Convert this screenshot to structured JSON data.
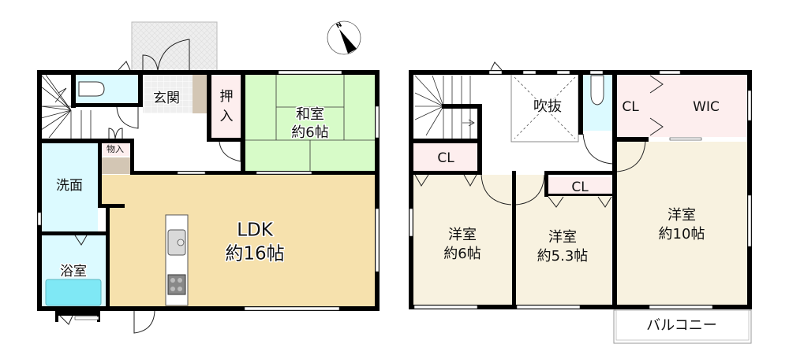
{
  "floor1": {
    "rooms": {
      "genkan": "玄関",
      "oshiire_1": "押",
      "oshiire_2": "入",
      "washitsu": "和室",
      "washitsu_size": "約6帖",
      "monoire": "物入",
      "senmen": "洗面",
      "ldk": "LDK",
      "ldk_size": "約16帖",
      "yokushitsu": "浴室"
    }
  },
  "floor2": {
    "rooms": {
      "fukinuke": "吹抜",
      "cl_top": "CL",
      "wic": "WIC",
      "cl_left": "CL",
      "cl_mid": "CL",
      "youshitsu_a": "洋室",
      "youshitsu_a_size": "約6帖",
      "youshitsu_b": "洋室",
      "youshitsu_b_size": "約5.3帖",
      "youshitsu_c": "洋室",
      "youshitsu_c_size": "約10帖",
      "balcony": "バルコニー"
    }
  },
  "compass": {
    "label": "N"
  },
  "colors": {
    "wall": "#000000",
    "ldk": "#f6e1ad",
    "washitsu": "#d7fbc8",
    "wet_area": "#dcfaff",
    "storage": "#fdeeee",
    "youshitsu": "#f8f2e0",
    "entrance_tile": "#ececec",
    "step": "#d3c6b4",
    "bathtub": "#7fe8f5"
  }
}
